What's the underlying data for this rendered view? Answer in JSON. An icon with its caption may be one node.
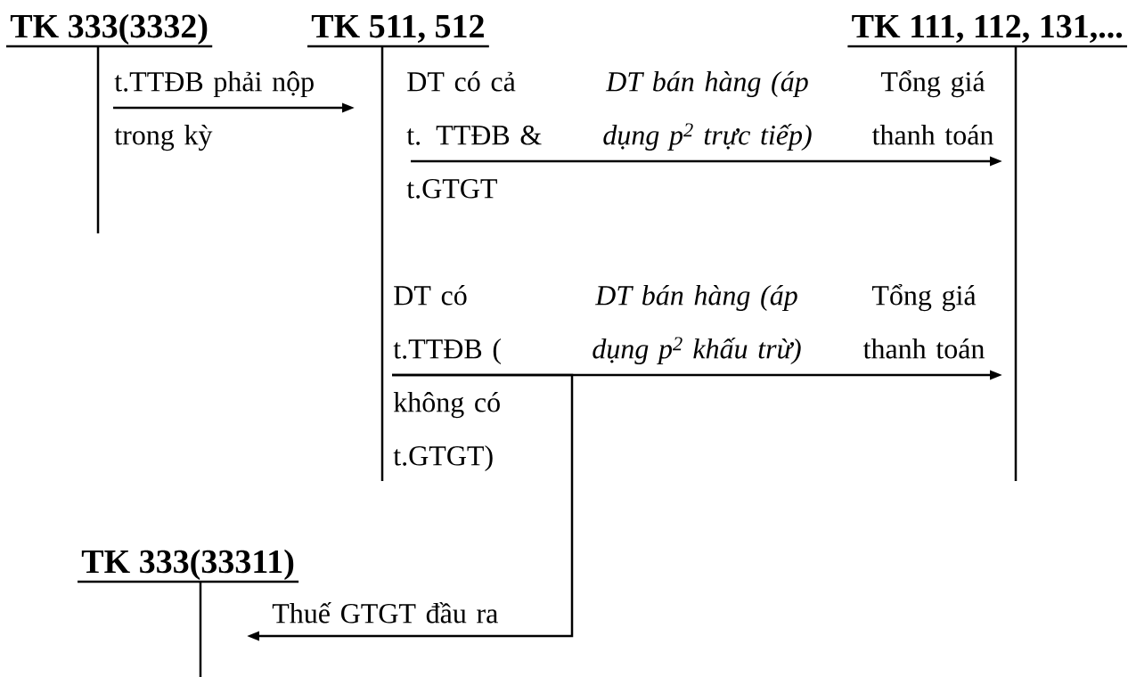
{
  "diagram": {
    "nodes": [
      {
        "text": [
          "TK 333(3332)"
        ]
      },
      {
        "text": [
          "TK 511, 512"
        ]
      },
      {
        "text": [
          "TK 111, 112, 131,..."
        ]
      },
      {
        "text": [
          "TK 333(33311)"
        ]
      }
    ],
    "edges": [
      {
        "from": 0,
        "to": 1,
        "arrow": "to",
        "label": "t.TTĐB phải nộp trong kỳ"
      },
      {
        "from": 1,
        "to": 2,
        "arrow": "to"
      },
      {
        "from": 1,
        "to": 2,
        "arrow": "to"
      },
      {
        "from": 1,
        "to": 3,
        "arrow": "to",
        "label": "Thuế GTGT đầu ra"
      }
    ],
    "labels": [
      "DT có cả t. TTĐB & t.GTGT",
      "DT bán hàng (áp dụng p$^{2}$ trực tiếp)",
      "Tổng giá thanh toán",
      "DT có t.TTĐB ( không có t.GTGT)",
      "DT bán hàng (áp dụng p$^{2}$ khấu trừ)",
      "Tổng giá thanh toán"
    ]
  }
}
